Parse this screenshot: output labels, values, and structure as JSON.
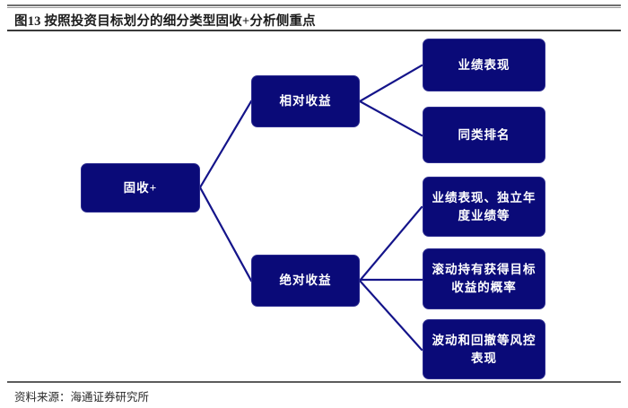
{
  "figure": {
    "title": "图13 按照投资目标划分的细分类型固收+分析侧重点",
    "source": "资料来源：海通证券研究所",
    "accent_color": "#0a0a78",
    "text_color": "#ffffff"
  },
  "chart_data": {
    "type": "diagram",
    "title": "图13 按照投资目标划分的细分类型固收+分析侧重点",
    "root": "固收+",
    "nodes": [
      {
        "id": "root",
        "label": "固收+",
        "level": 0
      },
      {
        "id": "relative",
        "label": "相对收益",
        "level": 1
      },
      {
        "id": "absolute",
        "label": "绝对收益",
        "level": 1
      },
      {
        "id": "rel-1",
        "label": "业绩表现",
        "level": 2,
        "parent": "relative"
      },
      {
        "id": "rel-2",
        "label": "同类排名",
        "level": 2,
        "parent": "relative"
      },
      {
        "id": "abs-1",
        "label": "业绩表现、独立年度业绩等",
        "level": 2,
        "parent": "absolute"
      },
      {
        "id": "abs-2",
        "label": "滚动持有获得目标收益的概率",
        "level": 2,
        "parent": "absolute"
      },
      {
        "id": "abs-3",
        "label": "波动和回撤等风控表现",
        "level": 2,
        "parent": "absolute"
      }
    ],
    "edges": [
      {
        "from": "root",
        "to": "relative"
      },
      {
        "from": "root",
        "to": "absolute"
      },
      {
        "from": "relative",
        "to": "rel-1"
      },
      {
        "from": "relative",
        "to": "rel-2"
      },
      {
        "from": "absolute",
        "to": "abs-1"
      },
      {
        "from": "absolute",
        "to": "abs-2"
      },
      {
        "from": "absolute",
        "to": "abs-3"
      }
    ]
  },
  "tree": {
    "root": {
      "label": "固收+"
    },
    "branches": [
      {
        "label": "相对收益",
        "children": [
          {
            "label": "业绩表现"
          },
          {
            "label": "同类排名"
          }
        ]
      },
      {
        "label": "绝对收益",
        "children": [
          {
            "label": "业绩表现、独立年度业绩等"
          },
          {
            "label": "滚动持有获得目标收益的概率"
          },
          {
            "label": "波动和回撤等风控表现"
          }
        ]
      }
    ]
  }
}
